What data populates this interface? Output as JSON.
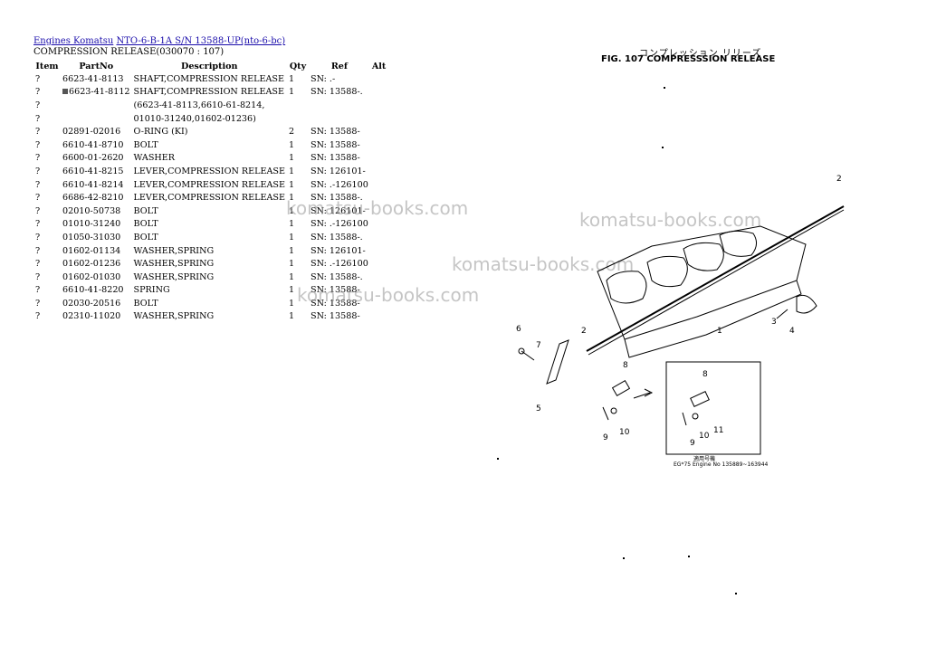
{
  "breadcrumb": {
    "link1": "Engines Komatsu",
    "link2": "NTO-6-B-1A S/N 13588-UP(nto-6-bc)"
  },
  "section_title": "COMPRESSION RELEASE(030070 : 107)",
  "columns": [
    "Item",
    "PartNo",
    "Description",
    "Qty",
    "Ref",
    "Alt"
  ],
  "rows": [
    {
      "item": "?",
      "part": "6623-41-8113",
      "desc": "SHAFT,COMPRESSION RELEASE",
      "qty": "1",
      "ref": "SN: .-",
      "marked": false
    },
    {
      "item": "?",
      "part": "6623-41-8112",
      "desc": "SHAFT,COMPRESSION RELEASE",
      "qty": "1",
      "ref": "SN: 13588-.",
      "marked": true
    },
    {
      "item": "?",
      "part": "",
      "desc": "(6623-41-8113,6610-61-8214,",
      "qty": "",
      "ref": "",
      "marked": false
    },
    {
      "item": "?",
      "part": "",
      "desc": "01010-31240,01602-01236)",
      "qty": "",
      "ref": "",
      "marked": false
    },
    {
      "item": "?",
      "part": "02891-02016",
      "desc": "O-RING (KI)",
      "qty": "2",
      "ref": "SN: 13588-",
      "marked": false
    },
    {
      "item": "?",
      "part": "6610-41-8710",
      "desc": "BOLT",
      "qty": "1",
      "ref": "SN: 13588-",
      "marked": false
    },
    {
      "item": "?",
      "part": "6600-01-2620",
      "desc": "WASHER",
      "qty": "1",
      "ref": "SN: 13588-",
      "marked": false
    },
    {
      "item": "?",
      "part": "6610-41-8215",
      "desc": "LEVER,COMPRESSION RELEASE",
      "qty": "1",
      "ref": "SN: 126101-",
      "marked": false
    },
    {
      "item": "?",
      "part": "6610-41-8214",
      "desc": "LEVER,COMPRESSION RELEASE",
      "qty": "1",
      "ref": "SN: .-126100",
      "marked": false
    },
    {
      "item": "?",
      "part": "6686-42-8210",
      "desc": "LEVER,COMPRESSION RELEASE",
      "qty": "1",
      "ref": "SN: 13588-.",
      "marked": false
    },
    {
      "item": "?",
      "part": "02010-50738",
      "desc": "BOLT",
      "qty": "1",
      "ref": "SN: 126101-",
      "marked": false
    },
    {
      "item": "?",
      "part": "01010-31240",
      "desc": "BOLT",
      "qty": "1",
      "ref": "SN: .-126100",
      "marked": false
    },
    {
      "item": "?",
      "part": "01050-31030",
      "desc": "BOLT",
      "qty": "1",
      "ref": "SN: 13588-.",
      "marked": false
    },
    {
      "item": "?",
      "part": "01602-01134",
      "desc": "WASHER,SPRING",
      "qty": "1",
      "ref": "SN: 126101-",
      "marked": false
    },
    {
      "item": "?",
      "part": "01602-01236",
      "desc": "WASHER,SPRING",
      "qty": "1",
      "ref": "SN: .-126100",
      "marked": false
    },
    {
      "item": "?",
      "part": "01602-01030",
      "desc": "WASHER,SPRING",
      "qty": "1",
      "ref": "SN: 13588-.",
      "marked": false
    },
    {
      "item": "?",
      "part": "6610-41-8220",
      "desc": "SPRING",
      "qty": "1",
      "ref": "SN: 13588-",
      "marked": false
    },
    {
      "item": "?",
      "part": "02030-20516",
      "desc": "BOLT",
      "qty": "1",
      "ref": "SN: 13588-",
      "marked": false
    },
    {
      "item": "?",
      "part": "02310-11020",
      "desc": "WASHER,SPRING",
      "qty": "1",
      "ref": "SN: 13588-",
      "marked": false
    }
  ],
  "watermarks": [
    "komatsu-books.com",
    "komatsu-books.com",
    "komatsu-books.com",
    "komatsu-books.com"
  ],
  "figure": {
    "title_jp": "コンプレッション リリーズ",
    "title": "FIG. 107 COMPRESSSION RELEASE",
    "callouts": [
      "2",
      "1",
      "3",
      "4",
      "6",
      "7",
      "2",
      "5",
      "8",
      "10",
      "9",
      "8",
      "11",
      "10",
      "9"
    ],
    "caption_jp": "適用号機",
    "caption": "EG*75 Engine No 135889~163944"
  }
}
